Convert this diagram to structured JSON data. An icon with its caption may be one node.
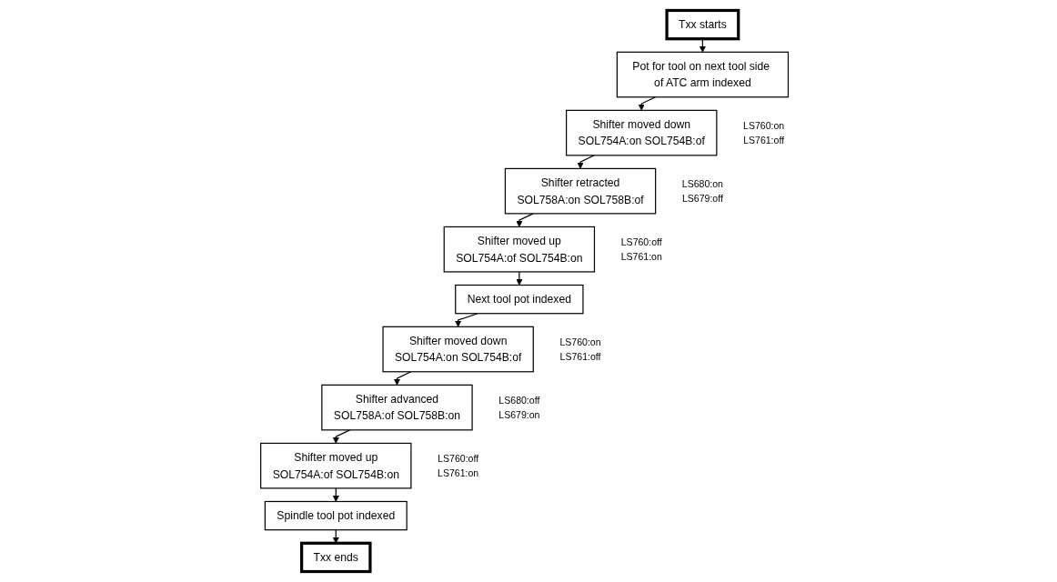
{
  "diagram": {
    "nodes": [
      {
        "text": [
          "Txx starts"
        ]
      },
      {
        "text": [
          "Pot for tool on next tool side of ATC arm indexed"
        ]
      },
      {
        "text": [
          "Shifter moved down",
          "SOL754A:on SOL754B:of"
        ],
        "beside": [
          "LS760:on",
          "LS761:off"
        ]
      },
      {
        "text": [
          "Shifter retracted",
          "SOL758A:on SOL758B:of"
        ],
        "beside": [
          "LS680:on",
          "LS679:off"
        ]
      },
      {
        "text": [
          "Shifter moved up",
          "SOL754A:of SOL754B:on"
        ],
        "beside": [
          "LS760:off",
          "LS761:on"
        ]
      },
      {
        "text": [
          "Next tool pot indexed"
        ]
      },
      {
        "text": [
          "Shifter moved down",
          "SOL754A:on SOL754B:of"
        ],
        "beside": [
          "LS760:on",
          "LS761:off"
        ]
      },
      {
        "text": [
          "Shifter advanced",
          "SOL758A:of SOL758B:on"
        ],
        "beside": [
          "LS680:off",
          "LS679:on"
        ]
      },
      {
        "text": [
          "Shifter moved up",
          "SOL754A:of SOL754B:on"
        ],
        "beside": [
          "LS760:off",
          "LS761:on"
        ]
      },
      {
        "text": [
          "Spindle tool pot indexed"
        ]
      },
      {
        "text": [
          "Txx ends"
        ]
      }
    ],
    "edges": [
      {
        "from": 0,
        "to": 1,
        "arrow": "to"
      },
      {
        "from": 1,
        "to": 2,
        "arrow": "to"
      },
      {
        "from": 2,
        "to": 3,
        "arrow": "to"
      },
      {
        "from": 3,
        "to": 4,
        "arrow": "to"
      },
      {
        "from": 4,
        "to": 5,
        "arrow": "to"
      },
      {
        "from": 5,
        "to": 6,
        "arrow": "to"
      },
      {
        "from": 6,
        "to": 7,
        "arrow": "to"
      },
      {
        "from": 7,
        "to": 8,
        "arrow": "to"
      },
      {
        "from": 8,
        "to": 9,
        "arrow": "to"
      },
      {
        "from": 9,
        "to": 10,
        "arrow": "to"
      }
    ]
  }
}
